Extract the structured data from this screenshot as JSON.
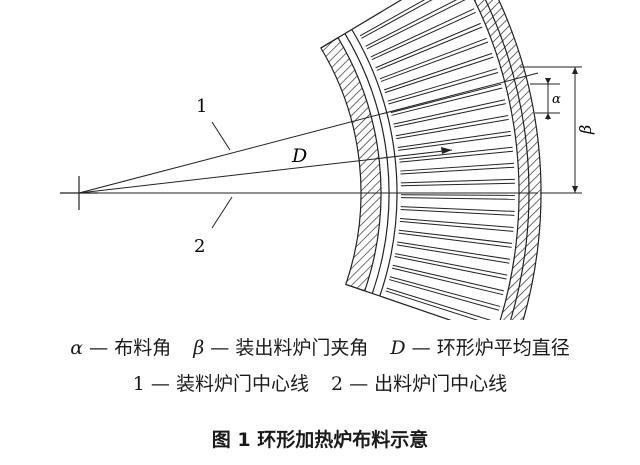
{
  "diagram": {
    "labels": {
      "line_1": "1",
      "line_2": "2",
      "diameter": "D",
      "alpha": "α",
      "beta": "β"
    }
  },
  "legend": {
    "alpha_symbol": "α",
    "alpha_text": "— 布料角",
    "beta_symbol": "β",
    "beta_text": "— 装出料炉门夹角",
    "d_symbol": "D",
    "d_text": "— 环形炉平均直径",
    "item_1": "1 — 装料炉门中心线",
    "item_2": "2 — 出料炉门中心线"
  },
  "caption": "图 1   环形加热炉布料示意"
}
